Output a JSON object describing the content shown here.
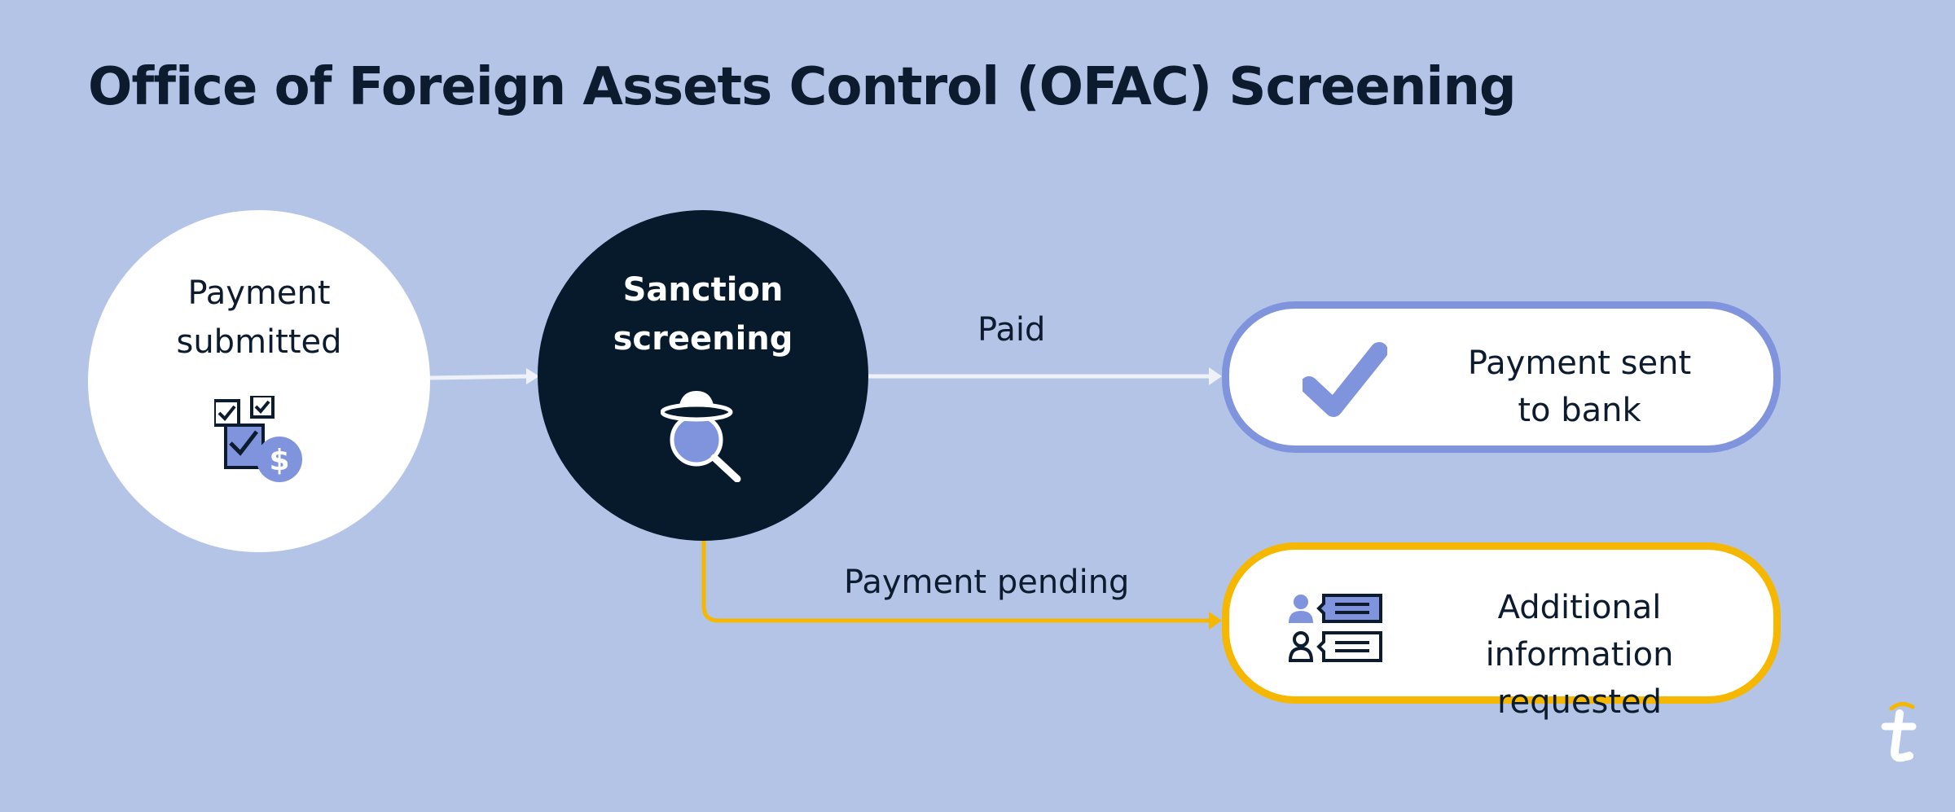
{
  "title": "Office of Foreign Assets Control (OFAC) Screening",
  "nodes": {
    "submitted": {
      "label": "Payment\nsubmitted"
    },
    "screening": {
      "label": "Sanction\nscreening"
    },
    "sent": {
      "label": "Payment sent\nto bank"
    },
    "info": {
      "label": "Additional\ninformation requested"
    }
  },
  "edges": {
    "paid": {
      "label": "Paid"
    },
    "pending": {
      "label": "Payment pending"
    }
  },
  "icons": {
    "submitted": "checklist-dollar-icon",
    "screening": "detective-magnifier-icon",
    "sent": "checkmark-icon",
    "info": "user-message-icon",
    "logo": "brand-logo-icon"
  },
  "colors": {
    "background": "#b3c4e7",
    "dark": "#071a2b",
    "accent_blue": "#7f94dc",
    "accent_yellow": "#f6b700",
    "connector_light": "#eef1f8"
  }
}
